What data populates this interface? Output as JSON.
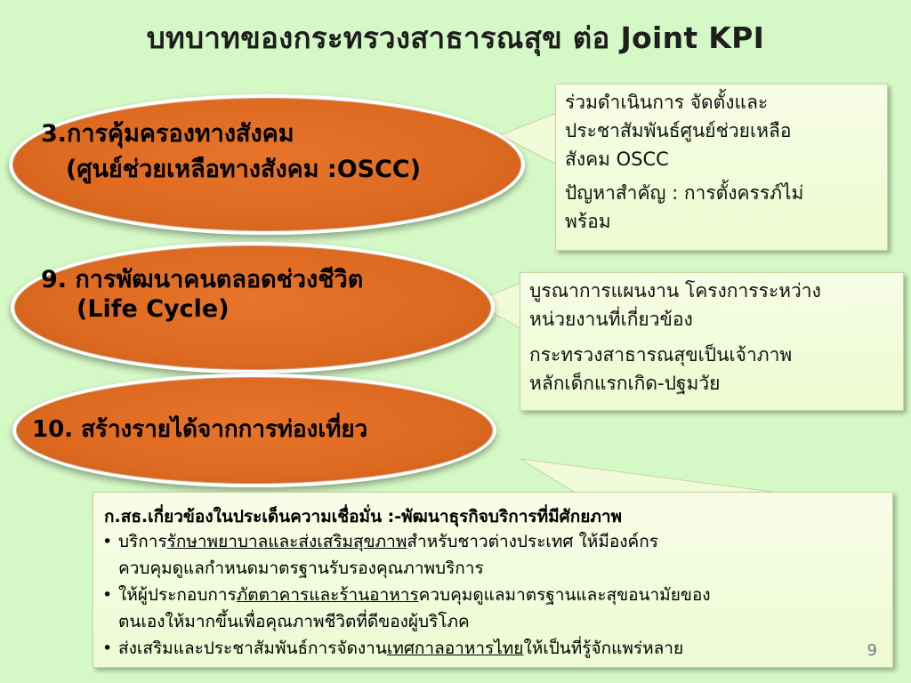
{
  "slide": {
    "title": "บทบาทของกระทรวงสาธารณสุข ต่อ Joint KPI",
    "page_number": "9"
  },
  "items": [
    {
      "line1": "3.การคุ้มครองทางสังคม",
      "line2": "(ศูนย์ช่วยเหลือทางสังคม :OSCC)",
      "callout": {
        "p1": [
          "ร่วมดำเนินการ จัดตั้งและ",
          "ประชาสัมพันธ์ศูนย์ช่วยเหลือ",
          "สังคม OSCC"
        ],
        "p2": [
          "ปัญหาสำคัญ : การตั้งครรภ์ไม่",
          "พร้อม"
        ]
      }
    },
    {
      "line1": "9. การพัฒนาคนตลอดช่วงชีวิต",
      "line2": "(Life Cycle)",
      "callout": {
        "p1": [
          "บูรณาการแผนงาน โครงการระหว่าง",
          "หน่วยงานที่เกี่ยวข้อง"
        ],
        "p2": [
          "กระทรวงสาธารณสุขเป็นเจ้าภาพ",
          "หลักเด็กแรกเกิด-ปฐมวัย"
        ]
      }
    },
    {
      "line1": "10. สร้างรายได้จากการท่องเที่ยว"
    }
  ],
  "bottom_box": {
    "heading": "ก.สธ.เกี่ยวข้องในประเด็นความเชื่อมั่น :-พัฒนาธุรกิจบริการที่มีศักยภาพ",
    "bullet_symbol": "•",
    "b1": {
      "pre": "บริการ",
      "u": "รักษาพยาบาลและส่งเสริมสุขภาพ",
      "post": "สำหรับชาวต่างประเทศ ให้มีองค์กร",
      "line2": "ควบคุมดูแลกำหนดมาตรฐานรับรองคุณภาพบริการ"
    },
    "b2": {
      "pre": "ให้ผู้ประกอบการ",
      "u": "ภัตตาคารและร้านอาหาร",
      "post": "ควบคุมดูแลมาตรฐานและสุขอนามัยของ",
      "line2": "ตนเองให้มากขึ้นเพื่อคุณภาพชีวิตที่ดีของผู้บริโภค"
    },
    "b3": {
      "pre": "ส่งเสริมและประชาสัมพันธ์การจัดงาน",
      "u": "เทศกาลอาหารไทย",
      "post": "ให้เป็นที่รู้จักแพร่หลาย"
    }
  },
  "colors": {
    "background": "#d5f9c6",
    "ellipse_fill": "#dd6a20",
    "callout_fill": "#f2fbd9"
  }
}
